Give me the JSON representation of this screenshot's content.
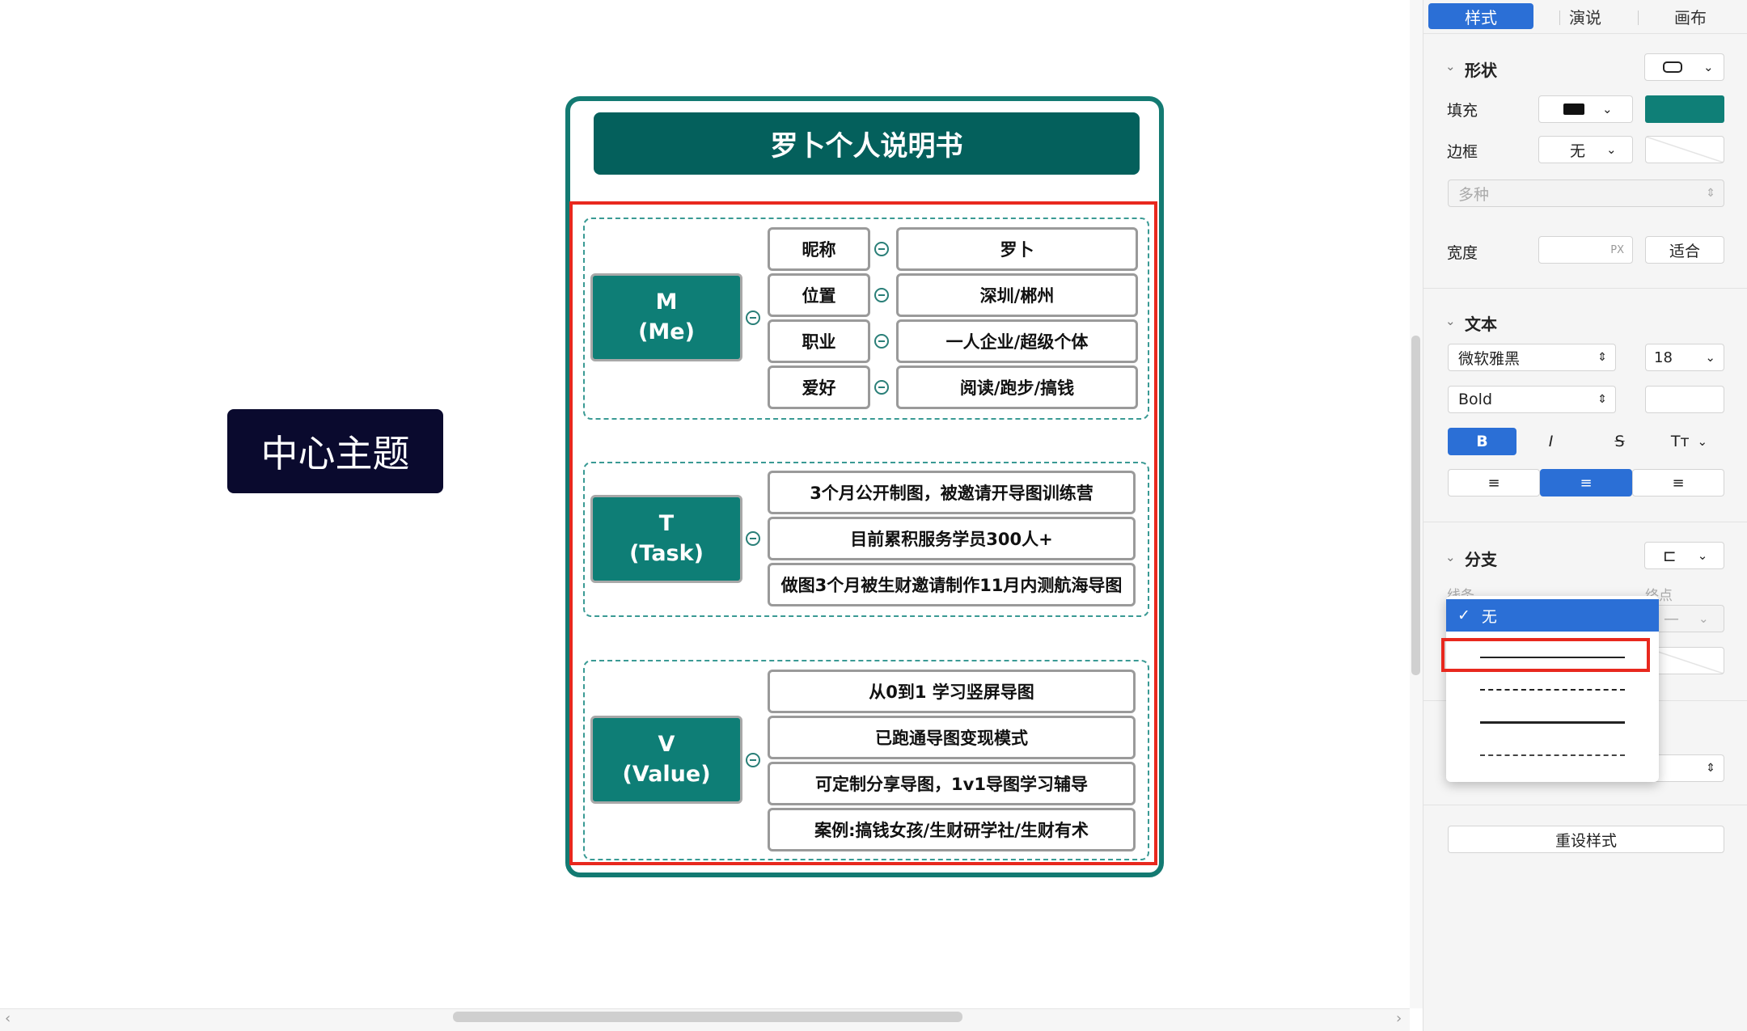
{
  "canvas": {
    "center_topic": "中心主题",
    "card_title": "罗卜个人说明书",
    "sections": [
      {
        "title_line1": "M",
        "title_line2": "(Me)",
        "labels": [
          "昵称",
          "位置",
          "职业",
          "爱好"
        ],
        "values": [
          "罗卜",
          "深圳/郴州",
          "一人企业/超级个体",
          "阅读/跑步/搞钱"
        ]
      },
      {
        "title_line1": "T",
        "title_line2": "(Task)",
        "items": [
          "3个月公开制图，被邀请开导图训练营",
          "目前累积服务学员300人+",
          "做图3个月被生财邀请制作11月内测航海导图"
        ]
      },
      {
        "title_line1": "V",
        "title_line2": "(Value)",
        "items": [
          "从0到1 学习竖屏导图",
          "已跑通导图变现模式",
          "可定制分享导图，1v1导图学习辅导",
          "案例:搞钱女孩/生财研学社/生财有术"
        ]
      }
    ]
  },
  "panel": {
    "tabs": [
      "样式",
      "演说",
      "画布"
    ],
    "shape": {
      "heading": "形状",
      "fill_label": "填充",
      "border_label": "边框",
      "border_value": "无",
      "multi_placeholder": "多种",
      "width_label": "宽度",
      "width_unit": "PX",
      "fit_button": "适合",
      "fill_color": "#0f7f77"
    },
    "text": {
      "heading": "文本",
      "font": "微软雅黑",
      "size": "18",
      "weight": "Bold",
      "bold": "B",
      "italic": "I",
      "strike": "S",
      "case": "Tт"
    },
    "branch": {
      "heading": "分支",
      "line_label": "线条",
      "end_label": "终点"
    },
    "reset_button": "重设样式",
    "dropdown": {
      "selected_check": "✓",
      "selected": "无",
      "options": [
        "solid",
        "dashed",
        "solid-thick",
        "dash-dot"
      ]
    }
  },
  "colors": {
    "accent": "#2b6fd6",
    "node_fill": "#0e7e76",
    "title_fill": "#04605c",
    "highlight": "#e8281e",
    "center_fill": "#0a0a2e"
  }
}
